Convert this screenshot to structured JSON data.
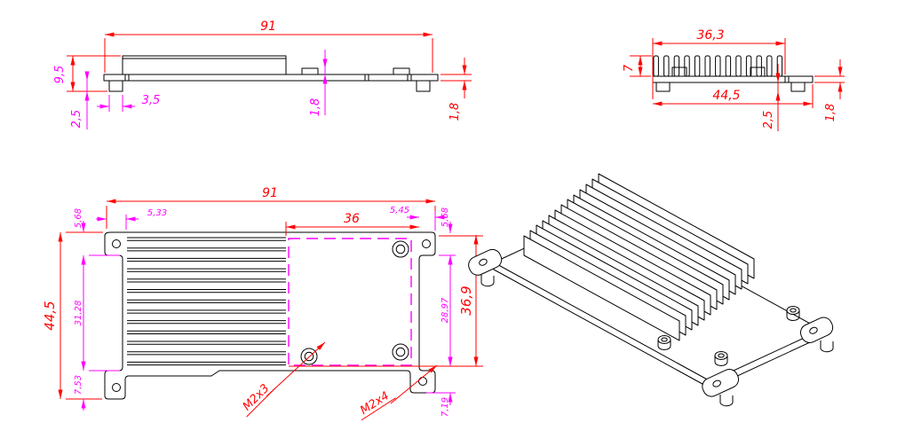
{
  "title": "heatsink-technical-drawing",
  "colors": {
    "primary_dimension": "#ff0000",
    "secondary_dimension": "#ff00ff",
    "geometry": "#000000",
    "background": "#ffffff"
  },
  "views": {
    "side": {
      "label": "side-view",
      "dims": {
        "overall_length": "91",
        "overall_height": "9,5",
        "foot_height": "2,5",
        "foot_width": "3,5",
        "boss_height": "1,8",
        "plate_thickness": "1,8"
      }
    },
    "end": {
      "label": "end-view",
      "dims": {
        "fin_zone_width": "36,3",
        "fin_height": "7",
        "overall_width": "44,5",
        "foot_height": "2,5",
        "plate_thickness": "1,8"
      }
    },
    "plan": {
      "label": "plan-view",
      "dims": {
        "overall_length": "91",
        "fin_inset_left": "5,33",
        "pcb_zone_width": "36",
        "hole_inset_right": "5,45",
        "ear_height_left": "5,68",
        "ear_height_right": "5,68",
        "overall_width": "44,5",
        "fin_zone_width": "31,28",
        "hole_span_height": "28,97",
        "body_height": "36,9",
        "ear_bottom_left": "7,53",
        "ear_bottom_right": "7,19"
      },
      "annotations": {
        "thread_callout_inner": "M2x3",
        "thread_callout_outer": "M2x4"
      }
    },
    "iso": {
      "label": "isometric-view"
    }
  }
}
